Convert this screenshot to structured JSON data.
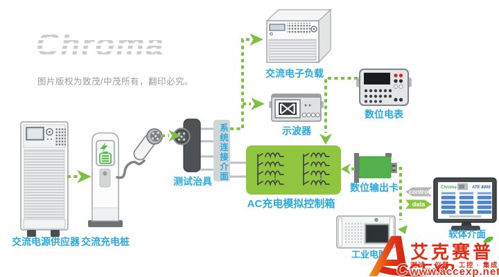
{
  "brand": {
    "logo_text": "Chroma",
    "copyright": "图片版权为致茂/中茂所有，翻印必究。"
  },
  "labels": {
    "ac_power_supply": "交流电源供应器",
    "ac_charging_pile": "交流充电桩",
    "test_fixture": "测试治具",
    "system_interface": "系统连接介面",
    "ac_electronic_load": "交流电子负载",
    "oscilloscope": "示波器",
    "digital_multimeter": "数位电表",
    "sim_control_box": "AC充电模拟控制箱",
    "digital_output_card": "数位输出卡",
    "industrial_pc": "工业电脑",
    "software_interface": "软体介面"
  },
  "flow_labels": {
    "control": "control",
    "data": "data"
  },
  "software_screen": {
    "brand": "Chroma",
    "product": "ATE 8000"
  },
  "watermark": {
    "logo_initial": "A",
    "logo_rest": "CCEXP",
    "name": "艾克赛普",
    "slogan": "测试 · 仪器 · 工控 · 集成",
    "url": "www.accexp.net"
  },
  "colors": {
    "label_blue": "#29a9e0",
    "flow_green": "#7ec142",
    "box_green": "#90c63f",
    "card_green": "#54b04a",
    "watermark_red": "#e02c17"
  }
}
